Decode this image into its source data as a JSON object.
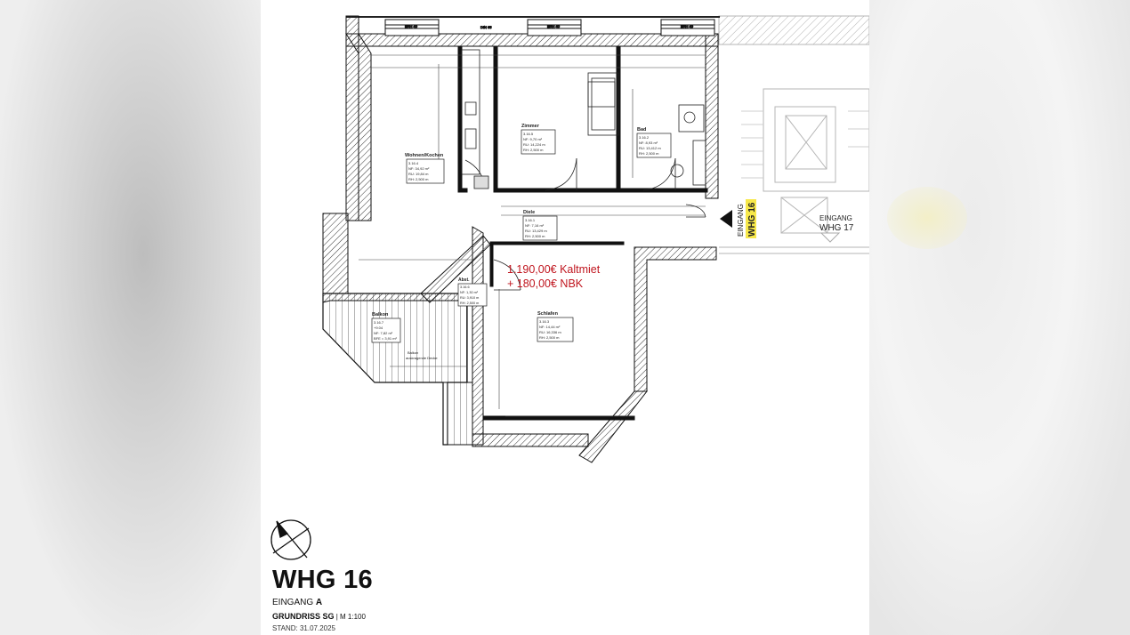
{
  "plan": {
    "rooms": {
      "wohnen": {
        "name": "Wohnen/Kochen",
        "id": "3.16.4",
        "nf": "NF: 34,92 m²",
        "ru": "RU: 19,84 m",
        "rh": "RH: 2,500 m"
      },
      "zimmer": {
        "name": "Zimmer",
        "id": "3.16.5",
        "nf": "NF: 9,70 m²",
        "ru": "RU: 14,224 m",
        "rh": "RH: 2,500 m"
      },
      "bad": {
        "name": "Bad",
        "id": "3.16.2",
        "nf": "NF: 8,93 m²",
        "ru": "RU: 13,412 m",
        "rh": "RH: 2,500 m"
      },
      "diele": {
        "name": "Diele",
        "id": "3.16.1",
        "nf": "NF: 7,16 m²",
        "ru": "RU: 13,429 m",
        "rh": "RH: 2,500 m"
      },
      "abst": {
        "name": "Abst.",
        "id": "3.16.6",
        "nf": "NF: 1,30 m²",
        "ru": "RU: 3,910 m",
        "rh": "RH: 2,500 m"
      },
      "schlafen": {
        "name": "Schlafen",
        "id": "3.16.3",
        "nf": "NF: 14,44 m²",
        "ru": "RU: 16,336 m",
        "rh": "RH: 2,500 m"
      },
      "balkon": {
        "name": "Balkon",
        "id": "3.16.7",
        "level": "+9.04",
        "nf": "NF: 7,82 m²",
        "rh": "BFE = 3,91 m²"
      }
    },
    "labels": {
      "brh": "BRH 40",
      "balkon_note_1": "Balkon",
      "balkon_note_2": "auskragende Decke",
      "eingang": "EINGANG",
      "whg16_vertical": "WHG 16",
      "eingang_17": "EINGANG",
      "whg17": "WHG 17",
      "din": "DIN 65"
    },
    "price": {
      "line1": "1.190,00€ Kaltmiet",
      "line2": "+ 180,00€ NBK"
    }
  },
  "title_block": {
    "title": "WHG 16",
    "entrance_prefix": "EINGANG ",
    "entrance_value": "A",
    "plan_type": "GRUNDRISS SG",
    "scale": " | M 1:100",
    "date": "STAND: 31.07.2025"
  },
  "colors": {
    "price_red": "#c0161f",
    "highlight_yellow": "#f7e84a",
    "wall_fill": "#111111"
  }
}
